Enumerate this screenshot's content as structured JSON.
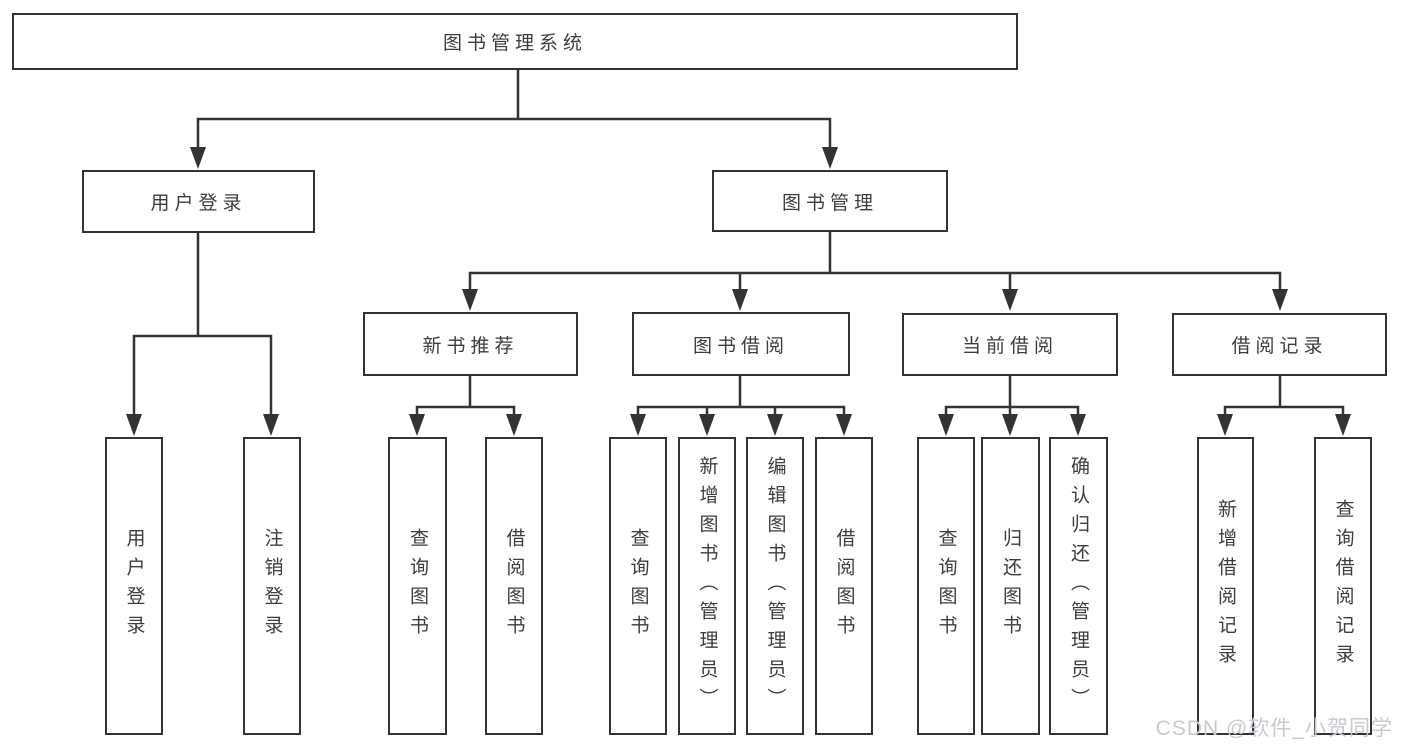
{
  "diagram_title": "图书管理系统",
  "tree": {
    "label": "图书管理系统",
    "children": [
      {
        "label": "用户登录",
        "children": [
          {
            "label": "用户登录"
          },
          {
            "label": "注销登录"
          }
        ]
      },
      {
        "label": "图书管理",
        "children": [
          {
            "label": "新书推荐",
            "children": [
              {
                "label": "查询图书"
              },
              {
                "label": "借阅图书"
              }
            ]
          },
          {
            "label": "图书借阅",
            "children": [
              {
                "label": "查询图书"
              },
              {
                "label": "新增图书（管理员）"
              },
              {
                "label": "编辑图书（管理员）"
              },
              {
                "label": "借阅图书"
              }
            ]
          },
          {
            "label": "当前借阅",
            "children": [
              {
                "label": "查询图书"
              },
              {
                "label": "归还图书"
              },
              {
                "label": "确认归还（管理员）"
              }
            ]
          },
          {
            "label": "借阅记录",
            "children": [
              {
                "label": "新增借阅记录"
              },
              {
                "label": "查询借阅记录"
              }
            ]
          }
        ]
      }
    ]
  },
  "watermark": {
    "text": "CSDN @软件_小贺同学"
  },
  "colors": {
    "line": "#333333",
    "text": "#3d3d3d",
    "background": "#ffffff",
    "watermark": "#c9c9cf"
  }
}
